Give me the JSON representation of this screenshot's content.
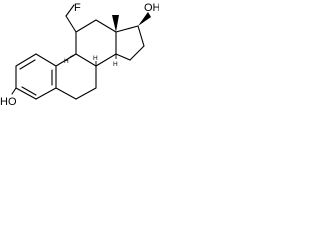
{
  "atoms": {
    "fluorine": "F",
    "hydroxyl_top": "OH",
    "hydroxyl_left": "HO"
  },
  "stereo_hydrogens": {
    "h_left": "H",
    "h_upper_mid": "H",
    "h_lower_mid": "H"
  },
  "colors": {
    "bond": "#000000",
    "background": "#ffffff"
  }
}
